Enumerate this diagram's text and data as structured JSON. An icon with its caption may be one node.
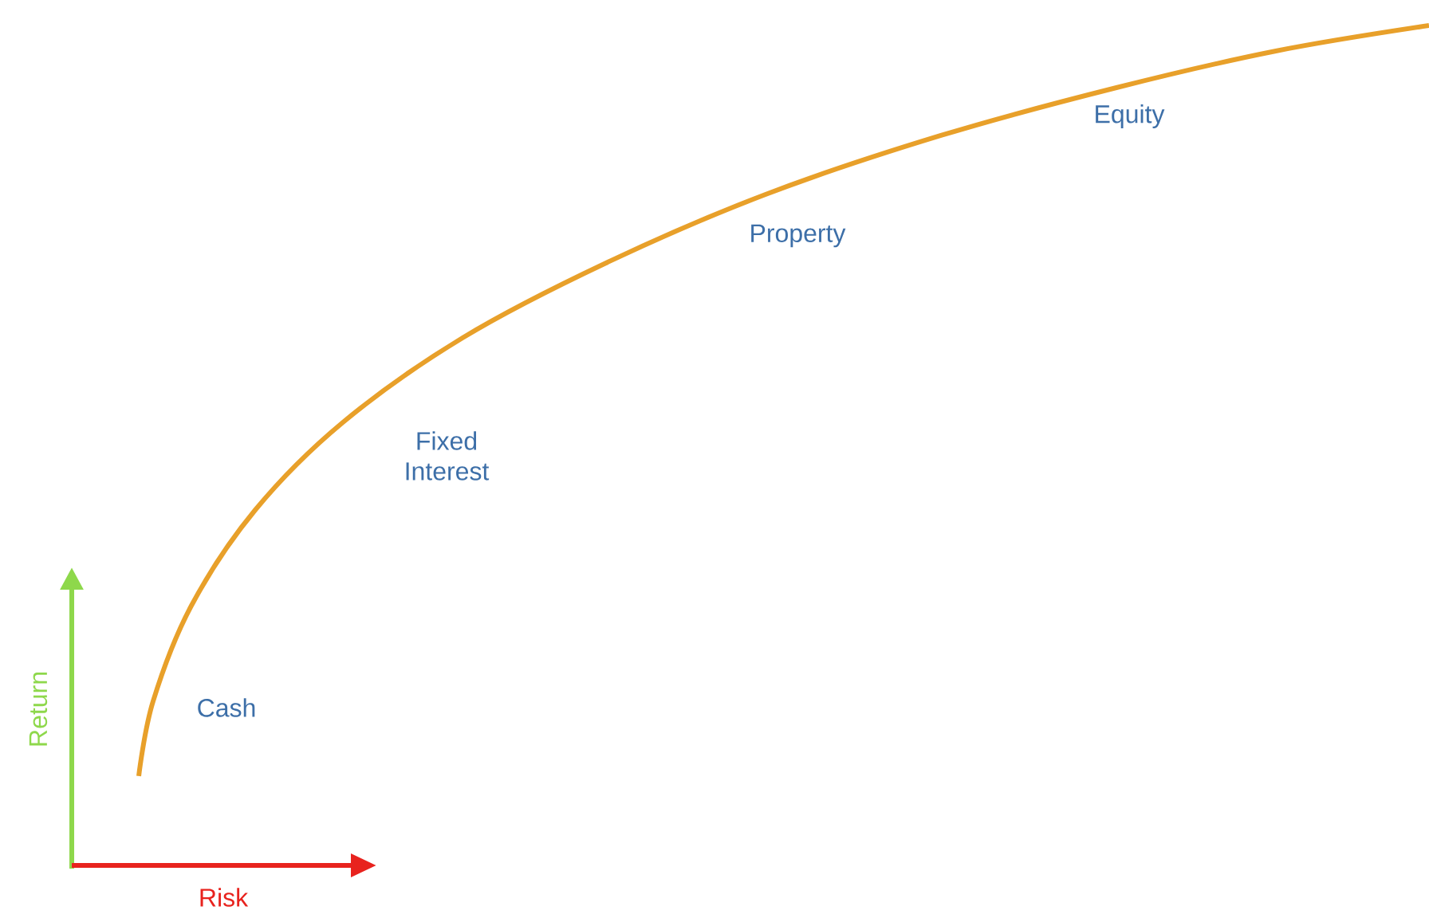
{
  "diagram": {
    "labels": [
      "Equity",
      "Property",
      "Fixed Interest",
      "Cash",
      "Return",
      "Risk"
    ]
  }
}
